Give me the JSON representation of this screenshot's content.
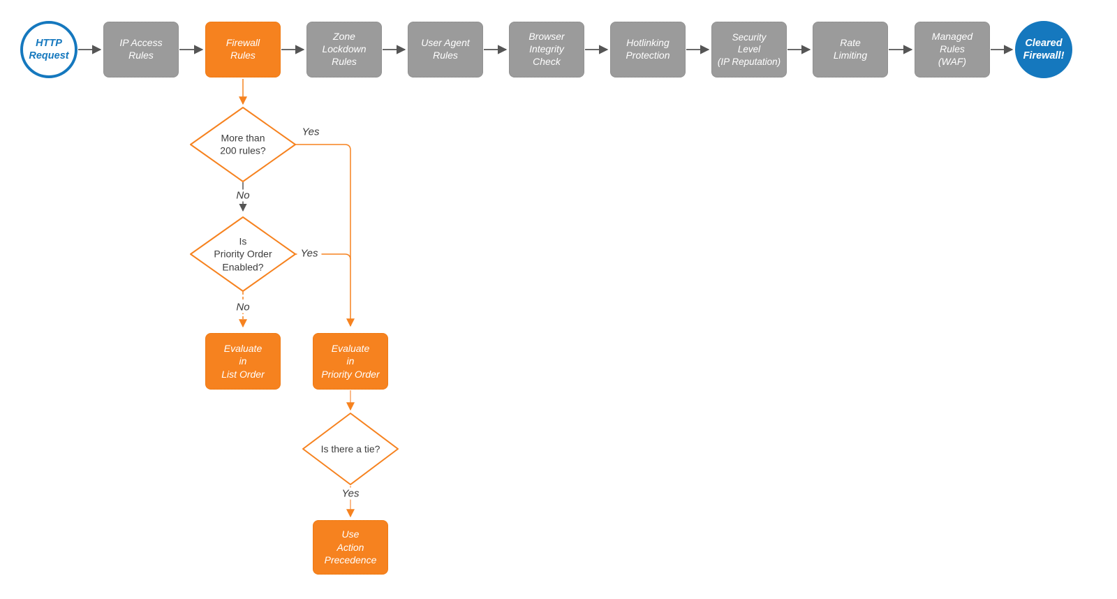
{
  "colors": {
    "orange": "#f6821f",
    "salmon_line": "#f8a263",
    "blue": "#1578be",
    "gray_node_fill": "#9b9b9b",
    "connector_gray": "#555555",
    "diamond_text": "#3d3d3d"
  },
  "pipeline": {
    "start": {
      "label": "HTTP\nRequest"
    },
    "stages": [
      {
        "label": "IP Access\nRules",
        "highlight": false
      },
      {
        "label": "Firewall\nRules",
        "highlight": true
      },
      {
        "label": "Zone\nLockdown\nRules",
        "highlight": false
      },
      {
        "label": "User Agent\nRules",
        "highlight": false
      },
      {
        "label": "Browser\nIntegrity\nCheck",
        "highlight": false
      },
      {
        "label": "Hotlinking\nProtection",
        "highlight": false
      },
      {
        "label": "Security\nLevel\n(IP Reputation)",
        "highlight": false
      },
      {
        "label": "Rate\nLimiting",
        "highlight": false
      },
      {
        "label": "Managed\nRules\n(WAF)",
        "highlight": false
      }
    ],
    "end": {
      "label": "Cleared\nFirewall!"
    }
  },
  "branch": {
    "decision_rule_count": {
      "label": "More than\n200 rules?"
    },
    "decision_priority_order": {
      "label": "Is\nPriority Order\nEnabled?"
    },
    "decision_tie": {
      "label": "Is there a tie?"
    },
    "action_list_order": {
      "label": "Evaluate\nin\nList Order"
    },
    "action_priority_order": {
      "label": "Evaluate\nin\nPriority Order"
    },
    "action_precedence": {
      "label": "Use\nAction\nPrecedence"
    },
    "edge_labels": {
      "yes_rule_count": "Yes",
      "no_rule_count": "No",
      "yes_priority": "Yes",
      "no_priority": "No",
      "yes_tie": "Yes"
    }
  }
}
